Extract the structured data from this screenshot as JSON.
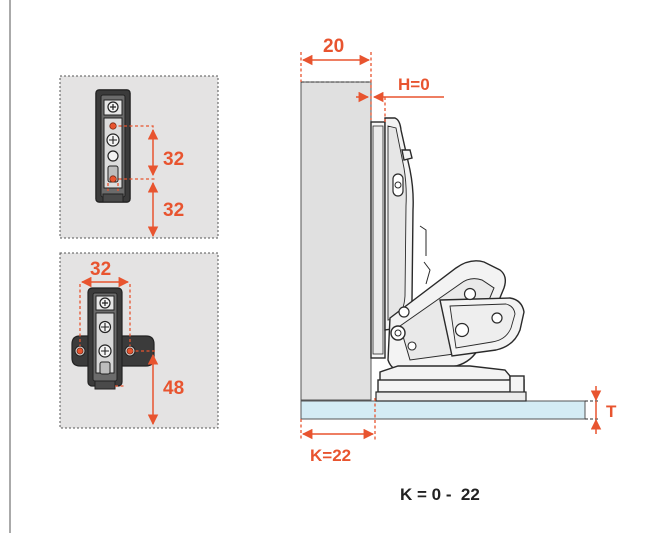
{
  "colors": {
    "accent": "#e8542f",
    "panel_fill": "#e4e3e3",
    "door_fill": "#e0e0e0",
    "glass_fill": "#d4ecf4",
    "ink": "#2a2a2a",
    "formula": "#222222"
  },
  "icons": [
    "plate-screw-icon",
    "cross-plate-icon",
    "hinge-arm-icon"
  ],
  "plate_vertical": {
    "dim_upper": "32",
    "dim_lower": "32"
  },
  "plate_cross": {
    "dim_top": "32",
    "dim_side": "48"
  },
  "side_view": {
    "dim_overlay": "20",
    "dim_h": "H=0",
    "dim_k": "K=22",
    "dim_t": "T"
  },
  "formula": "K = 0 -  22"
}
